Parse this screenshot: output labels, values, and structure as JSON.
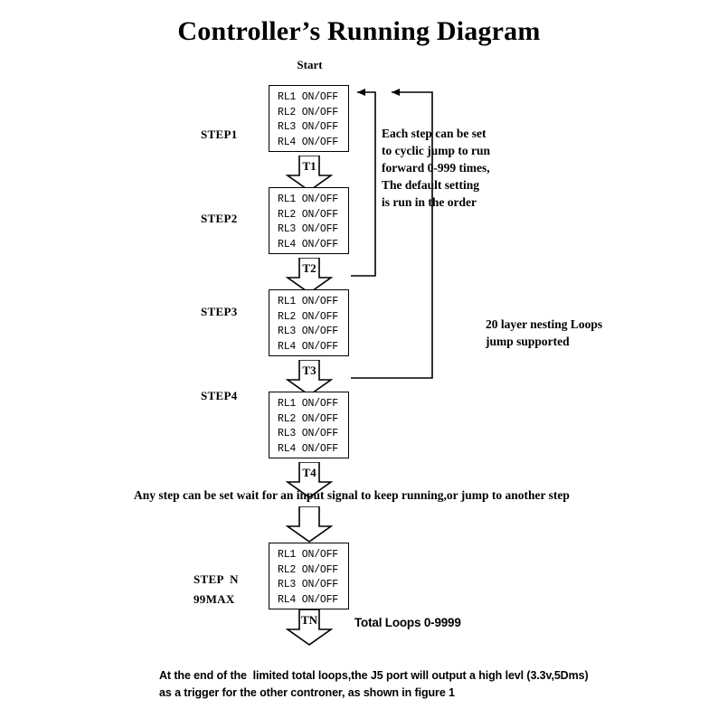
{
  "title": "Controller’s Running Diagram",
  "start_label": "Start",
  "relay_lines": [
    "RL1 ON/OFF",
    "RL2 ON/OFF",
    "RL3 ON/OFF",
    "RL4 ON/OFF"
  ],
  "steps": [
    {
      "label": "STEP1",
      "rl": [
        "RL1 ON/OFF",
        "RL2 ON/OFF",
        "RL3 ON/OFF",
        "RL4 ON/OFF"
      ]
    },
    {
      "label": "STEP2",
      "rl": [
        "RL1 ON/OFF",
        "RL2 ON/OFF",
        "RL3 ON/OFF",
        "RL4 ON/OFF"
      ]
    },
    {
      "label": "STEP3",
      "rl": [
        "RL1 ON/OFF",
        "RL2 ON/OFF",
        "RL3 ON/OFF",
        "RL4 ON/OFF"
      ]
    },
    {
      "label": "STEP4",
      "rl": [
        "RL1 ON/OFF",
        "RL2 ON/OFF",
        "RL3 ON/OFF",
        "RL4 ON/OFF"
      ]
    },
    {
      "label_line1": "STEP  N",
      "label_line2": "99MAX",
      "rl": [
        "RL1 ON/OFF",
        "RL2 ON/OFF",
        "RL3 ON/OFF",
        "RL4 ON/OFF"
      ]
    }
  ],
  "transitions": {
    "t1": "T1",
    "t2": "T2",
    "t3": "T3",
    "t4": "T4",
    "t_blank": "",
    "tn": "TN"
  },
  "notes": {
    "cyclic": "Each step can be set to cyclic jump to run forward 0-999 times, The default setting is run in the order",
    "nesting": "20 layer nesting Loops jump supported",
    "wait": "Any step can be set wait for an  input signal to keep running,or jump to another step",
    "total_loops": "Total Loops 0-9999",
    "footer_line1": "At the end of the  limited total loops,the J5 port will output a high levl (3.3v,5Dms)",
    "footer_line2": "as a trigger for the other controner, as shown in figure 1"
  },
  "colors": {
    "ink": "#000000",
    "paper": "#ffffff"
  }
}
